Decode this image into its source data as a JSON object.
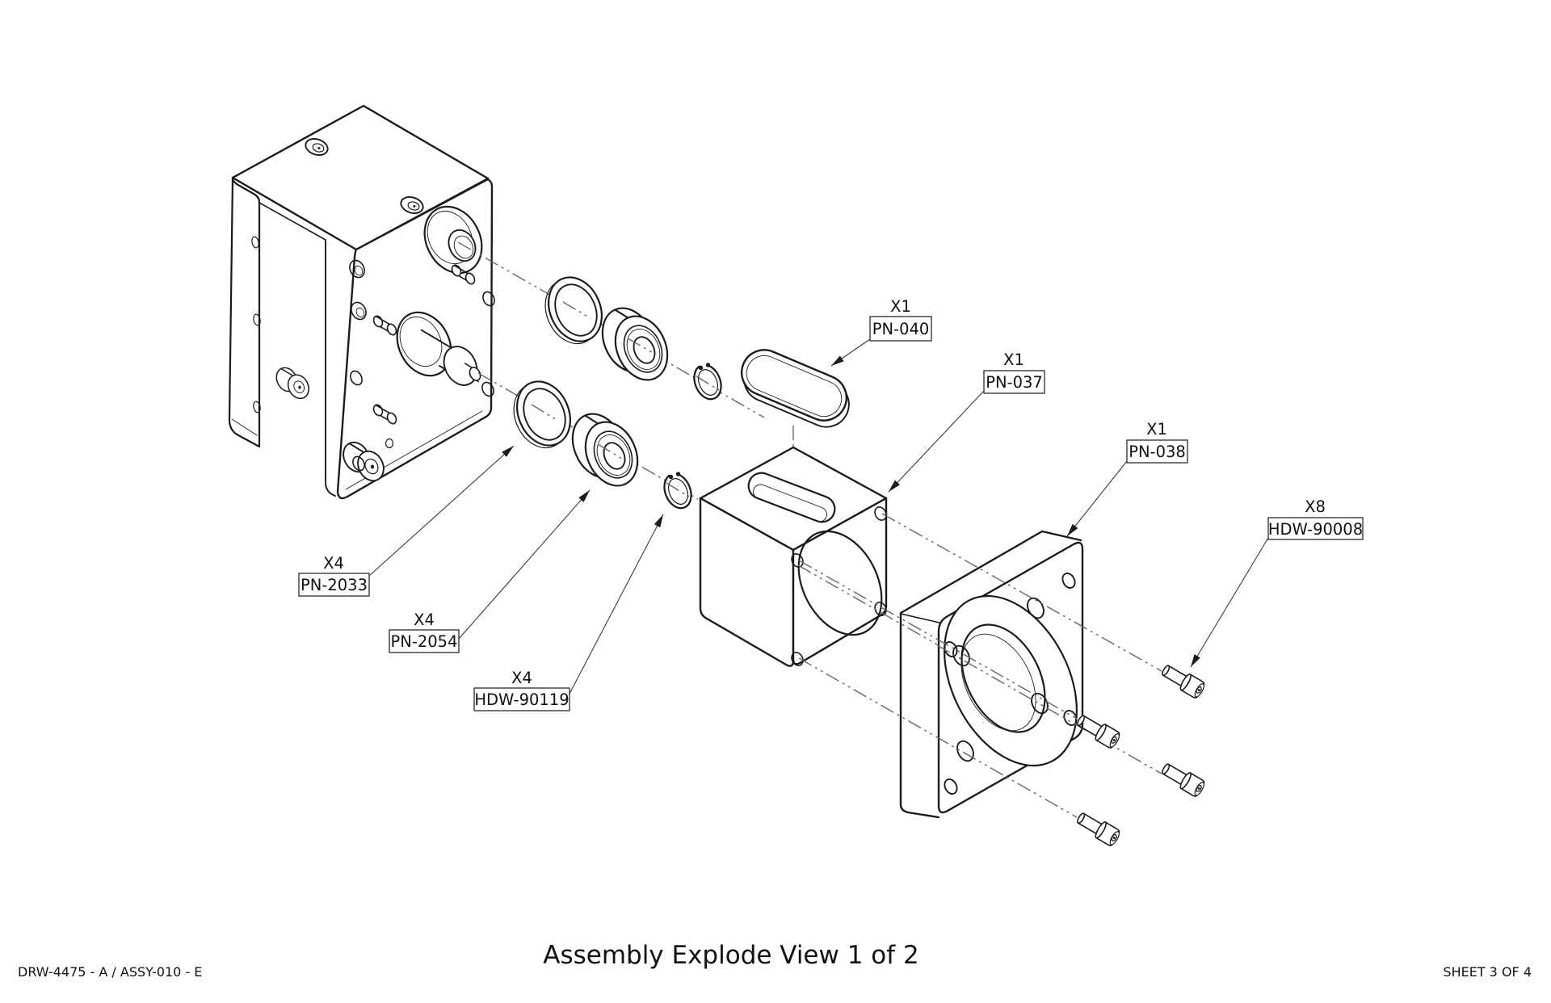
{
  "document": {
    "title": "Assembly Explode View 1 of 2",
    "drawing_number": "DRW-4475 - A / ASSY-010 - E",
    "sheet": "SHEET 3 OF 4"
  },
  "callouts": [
    {
      "qty": "X4",
      "part": "PN-2033"
    },
    {
      "qty": "X4",
      "part": "PN-2054"
    },
    {
      "qty": "X4",
      "part": "HDW-90119"
    },
    {
      "qty": "X1",
      "part": "PN-040"
    },
    {
      "qty": "X1",
      "part": "PN-037"
    },
    {
      "qty": "X1",
      "part": "PN-038"
    },
    {
      "qty": "X8",
      "part": "HDW-90008"
    }
  ],
  "colors": {
    "line": "#1b1b1b",
    "centerline": "#676767",
    "background": "#ffffff"
  }
}
